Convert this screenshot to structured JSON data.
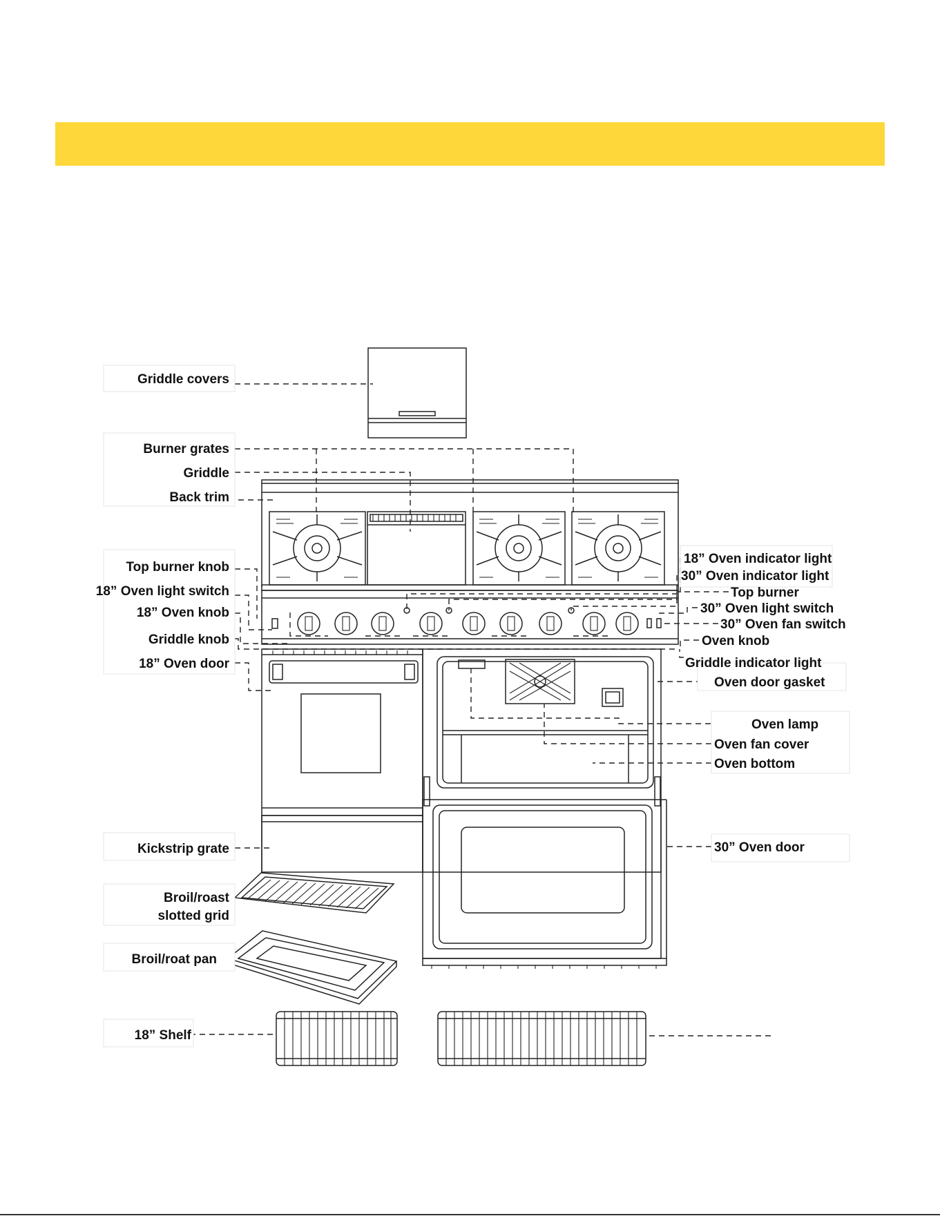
{
  "colors": {
    "banner": "#fed73a",
    "line": "#222222",
    "text": "#111111"
  },
  "banner": {
    "text": ""
  },
  "labels": {
    "griddle_covers": "Griddle covers",
    "burner_grates": "Burner grates",
    "griddle": "Griddle",
    "back_trim": "Back trim",
    "top_burner_knob": "Top burner knob",
    "oven18_light_switch": "18” Oven light switch",
    "oven18_knob": "18” Oven knob",
    "griddle_knob": "Griddle knob",
    "oven18_door": "18” Oven door",
    "kickstrip_grate": "Kickstrip grate",
    "broil_grid_1": "Broil/roast",
    "broil_grid_2": "slotted grid",
    "broil_pan": "Broil/roat pan",
    "shelf18": "18” Shelf",
    "oven18_indicator": "18” Oven indicator light",
    "oven30_indicator": "30” Oven indicator light",
    "top_burner": "Top burner",
    "oven30_light_switch": "30” Oven light switch",
    "oven30_fan_switch": "30” Oven fan switch",
    "oven_knob": "Oven knob",
    "griddle_indicator": "Griddle indicator light",
    "oven_door_gasket": "Oven door gasket",
    "oven_lamp": "Oven lamp",
    "oven_fan_cover": "Oven fan cover",
    "oven_bottom": "Oven bottom",
    "oven30_door": "30” Oven door"
  }
}
